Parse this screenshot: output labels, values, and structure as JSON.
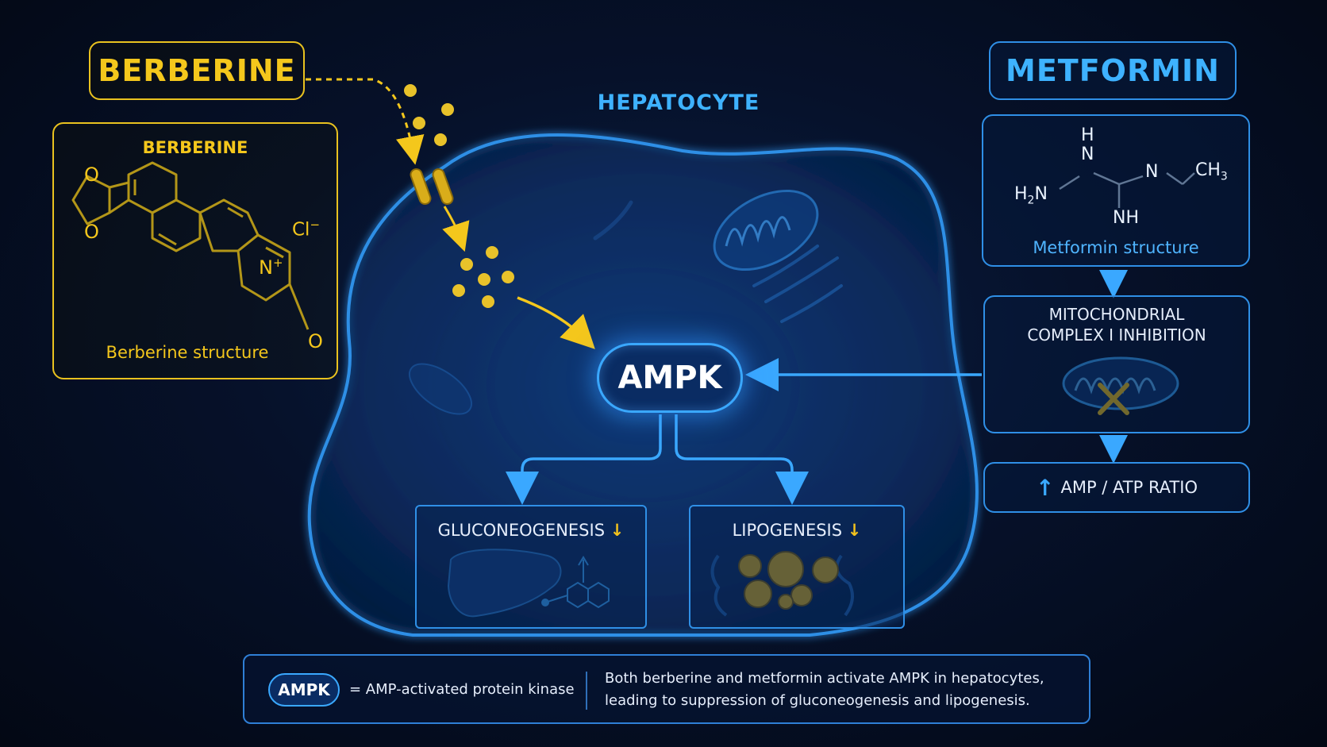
{
  "berberine": {
    "title": "BERBERINE",
    "structure_heading": "BERBERINE",
    "structure_caption": "Berberine structure",
    "atom_o1": "O",
    "atom_o2": "O",
    "atom_o3": "O",
    "atom_n": "N",
    "charge_plus": "+",
    "chloride": "Cl",
    "charge_minus": "−"
  },
  "cell": {
    "label": "HEPATOCYTE",
    "ampk": "AMPK",
    "gluconeogenesis": "GLUCONEOGENESIS",
    "lipogenesis": "LIPOGENESIS",
    "down_symbol": "↓"
  },
  "metformin": {
    "title": "METFORMIN",
    "structure_caption": "Metformin structure",
    "atom_h": "H",
    "atom_n_top": "N",
    "atom_h2n": "H",
    "sub_2": "2",
    "atom_n_left": "N",
    "atom_n_right": "N",
    "atom_ch": "CH",
    "sub_3": "3",
    "atom_nh": "NH",
    "step1_line1": "MITOCHONDRIAL",
    "step1_line2": "COMPLEX I INHIBITION",
    "step2": "AMP / ATP RATIO",
    "up_symbol": "↑"
  },
  "legend": {
    "pill": "AMPK",
    "definition": "= AMP-activated protein kinase",
    "summary_line1": "Both berberine and metformin activate AMPK in hepatocytes,",
    "summary_line2": "leading to suppression of gluconeogenesis and lipogenesis."
  },
  "colors": {
    "accent_yellow": "#f4c71c",
    "accent_blue": "#3aa8ff",
    "background": "#06112a"
  }
}
